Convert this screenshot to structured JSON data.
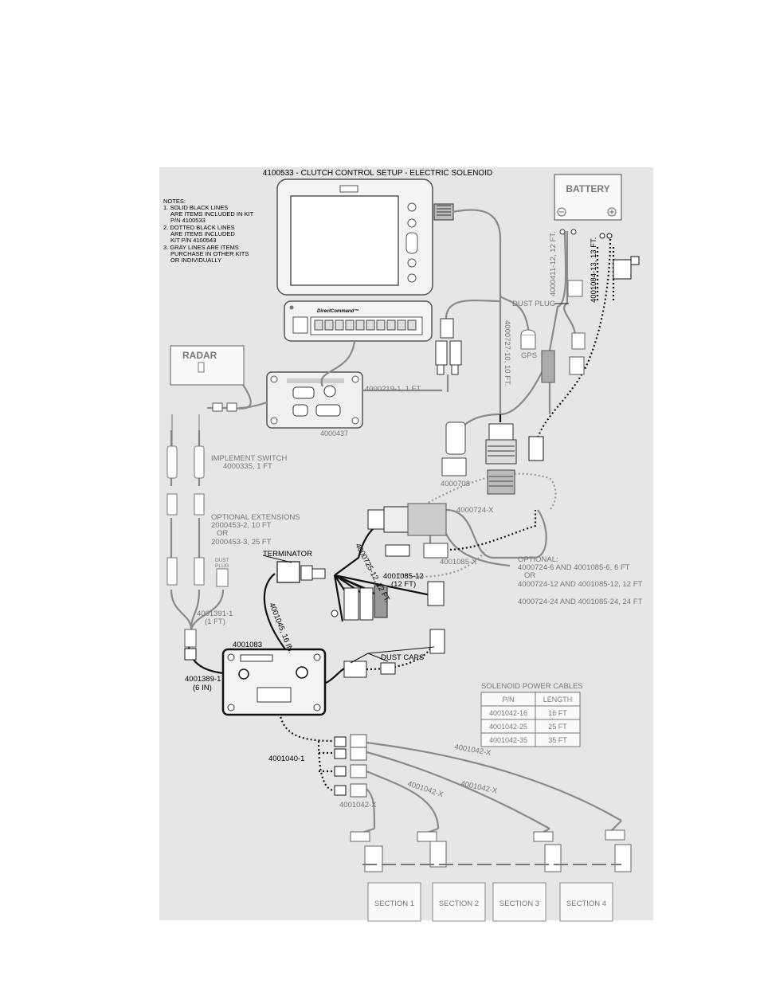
{
  "title": "4100533 - CLUTCH CONTROL SETUP - ELECTRIC SOLENOID",
  "notes": {
    "heading": "NOTES:",
    "lines": [
      "1. SOLID BLACK LINES",
      "ARE ITEMS INCLUDED IN KIT",
      "P/N 4100533",
      "2. DOTTED BLACK LINES",
      "ARE ITEMS INCLUDED",
      "KIT P/N 4100543",
      "3. GRAY LINES ARE ITEMS",
      "PURCHASE IN OTHER KITS",
      "OR INDIVIDUALLY"
    ]
  },
  "boxes": {
    "battery": "BATTERY",
    "radar": "RADAR",
    "sections": [
      "SECTION 1",
      "SECTION 2",
      "SECTION 3",
      "SECTION 4"
    ]
  },
  "console_label": "DirectCommand™",
  "labels": {
    "gps": "GPS",
    "dust_plug_top": "DUST PLUG",
    "cable_4000411": "4000411-12, 12 FT.",
    "cable_4001084": "4001084-13, 13 FT.",
    "cable_4000727": "4000727-10, 10 FT.",
    "cable_4000219": "4000219-1, 1 FT",
    "aux_module": "4000437",
    "part_4000708": "4000708",
    "implement_switch": "IMPLEMENT SWITCH",
    "implement_switch_pn": "4000335, 1 FT",
    "optional_extensions": "OPTIONAL EXTENSIONS",
    "ext_10": "2000453-2, 10 FT",
    "ext_or": "OR",
    "ext_25": "2000453-3, 25 FT",
    "dust_plug_small_1": "DUST",
    "dust_plug_small_2": "PLUG",
    "terminator": "TERMINATOR",
    "cable_4000724x": "4000724-X",
    "cable_4001085x": "4001085-X",
    "cable_4000725": "4000725-12, 12 FT.",
    "cable_4001085_12": "4001085-12",
    "cable_4001085_12b": "(12 FT)",
    "optional_1": "OPTIONAL:",
    "optional_2": "4000724-6 AND 4001085-6, 6 FT",
    "optional_3": "OR",
    "optional_4": "4000724-12 AND 4001085-12, 12 FT",
    "optional_5": "4000724-24 AND 4001085-24, 24 FT",
    "cable_4001391": "4001391-1",
    "cable_4001391b": "(1 FT)",
    "cable_4001045": "4001045, 16 IN.",
    "clutch_module": "4001083",
    "dust_caps": "DUST CAPS",
    "cable_4001389": "4001389-1",
    "cable_4001389b": "(6 IN)",
    "cable_4001040": "4001040-1",
    "solenoid_x1": "4001042-X",
    "solenoid_x2": "4001042-X",
    "solenoid_x3": "4001042-X",
    "solenoid_x4": "4001042-X"
  },
  "solenoid_table": {
    "title": "SOLENOID POWER CABLES",
    "headers": [
      "P/N",
      "LENGTH"
    ],
    "rows": [
      [
        "4001042-16",
        "16 FT"
      ],
      [
        "4001042-25",
        "25 FT"
      ],
      [
        "4001042-35",
        "35 FT"
      ]
    ]
  }
}
